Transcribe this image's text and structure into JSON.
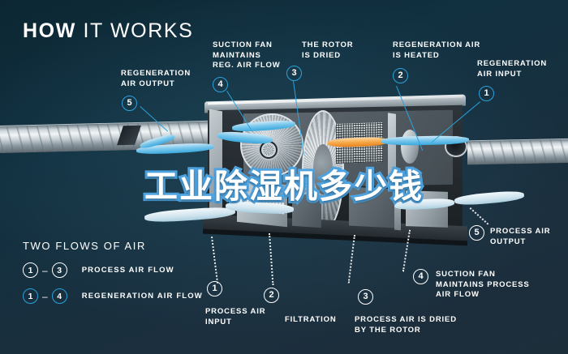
{
  "page": {
    "title_bold": "HOW",
    "title_light": "IT WORKS",
    "overlay_text": "工业除湿机多少钱",
    "background_color": "#14303d",
    "accent_blue": "#29a3dd",
    "outline_blue": "#4da3e0"
  },
  "callouts": [
    {
      "number": "5",
      "label": "REGENERATION\nAIR OUTPUT",
      "style": "blue",
      "position": "top-left"
    },
    {
      "number": "4",
      "label": "SUCTION FAN\nMAINTAINS\nREG. AIR FLOW",
      "style": "blue",
      "position": "top"
    },
    {
      "number": "3",
      "label": "THE ROTOR\nIS DRIED",
      "style": "blue",
      "position": "top"
    },
    {
      "number": "2",
      "label": "REGENERATION AIR\nIS HEATED",
      "style": "blue",
      "position": "top"
    },
    {
      "number": "1",
      "label": "REGENERATION\nAIR INPUT",
      "style": "blue",
      "position": "top-right"
    },
    {
      "number": "5",
      "label": "PROCESS AIR\nOUTPUT",
      "style": "white",
      "position": "right"
    },
    {
      "number": "1",
      "label": "PROCESS AIR\nINPUT",
      "style": "white",
      "position": "bottom"
    },
    {
      "number": "2",
      "label": "FILTRATION",
      "style": "white",
      "position": "bottom"
    },
    {
      "number": "3",
      "label": "PROCESS AIR IS DRIED\nBY THE ROTOR",
      "style": "white",
      "position": "bottom"
    },
    {
      "number": "4",
      "label": "SUCTION FAN\nMAINTAINS PROCESS\nAIR FLOW",
      "style": "white",
      "position": "bottom-right"
    }
  ],
  "legend": {
    "heading": "TWO FLOWS OF AIR",
    "rows": [
      {
        "from": "1",
        "to": "3",
        "style": "white",
        "label": "PROCESS AIR FLOW"
      },
      {
        "from": "1",
        "to": "4",
        "style": "blue",
        "label": "REGENERATION AIR FLOW"
      }
    ]
  }
}
